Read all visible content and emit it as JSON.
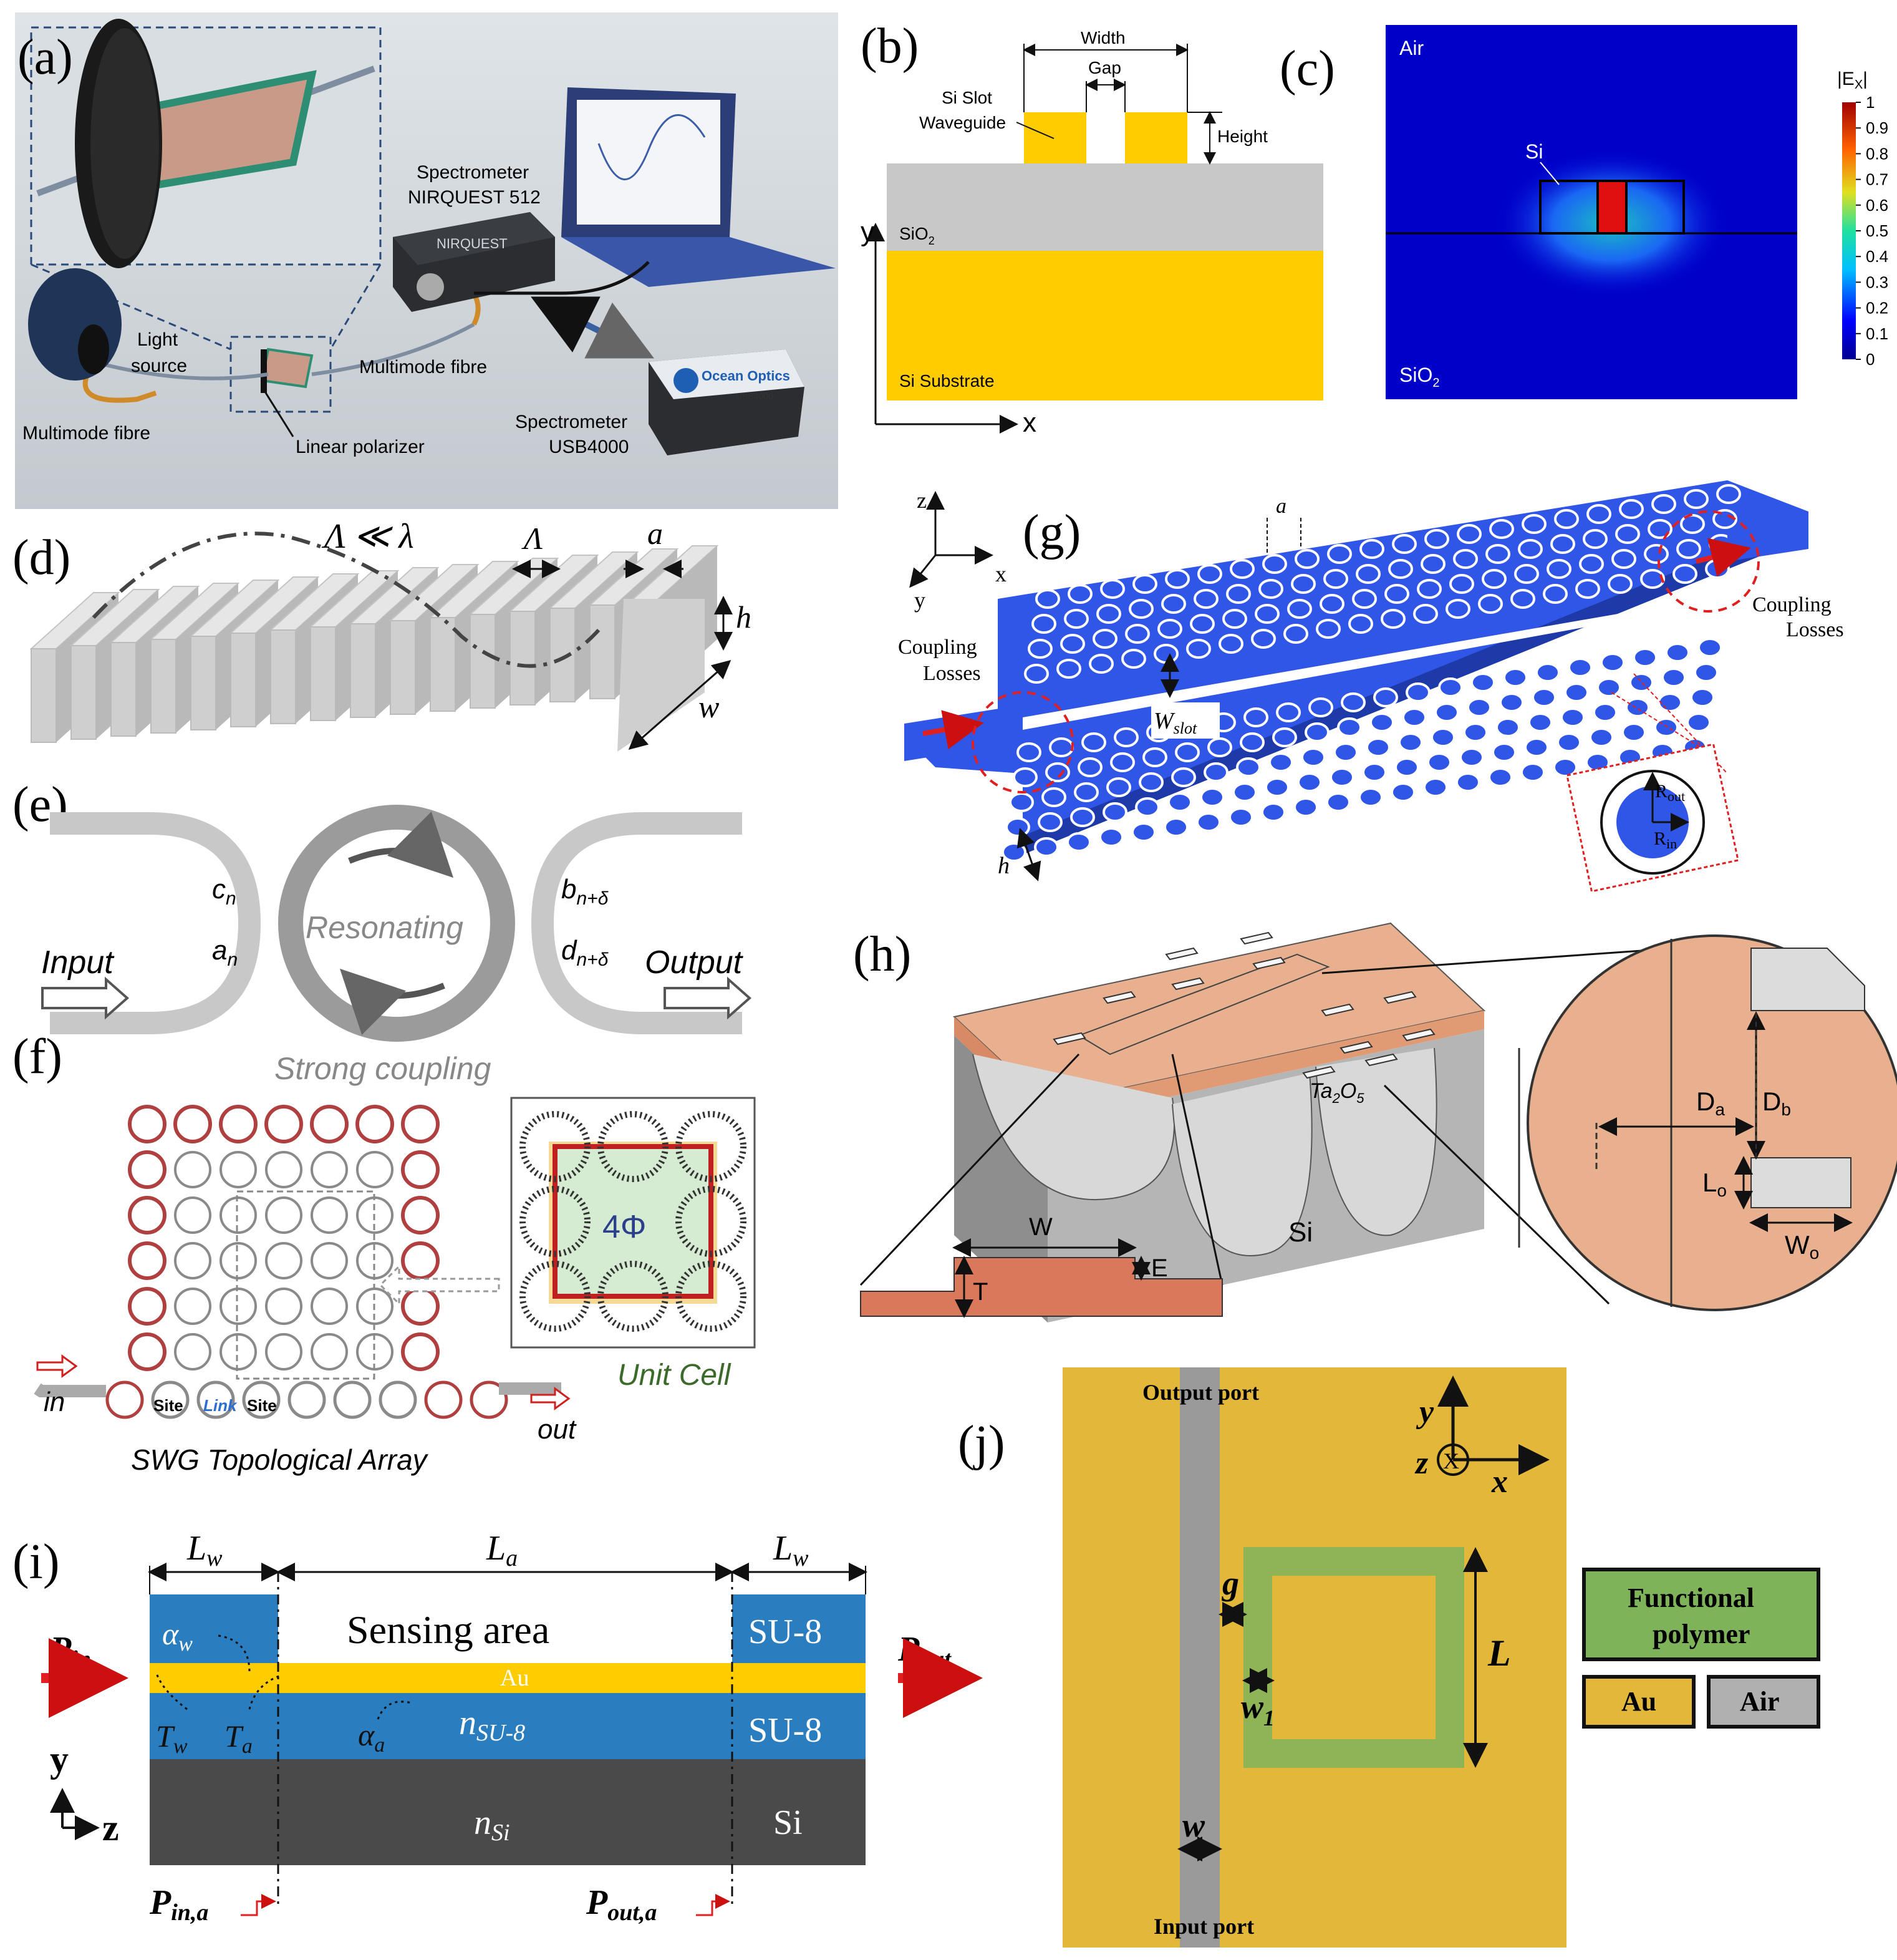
{
  "panels": {
    "a": {
      "letter": "(a)",
      "spectrometer_nir": "Spectrometer",
      "spectrometer_nir_model": "NIRQUEST 512",
      "light_source_1": "Light",
      "light_source_2": "source",
      "multimode_fibre_right": "Multimode fibre",
      "multimode_fibre_left": "Multimode fibre",
      "linear_polarizer": "Linear polarizer",
      "spectrometer_usb": "Spectrometer",
      "spectrometer_usb_model": "USB4000",
      "brand": "Ocean Optics",
      "nirquest_logo": "NIRQUEST",
      "usb_logo": "USB4000"
    },
    "b": {
      "letter": "(b)",
      "width": "Width",
      "gap": "Gap",
      "height": "Height",
      "slot_wg_1": "Si Slot",
      "slot_wg_2": "Waveguide",
      "sio2": "SiO",
      "sio2_sub": "2",
      "substrate": "Si Substrate",
      "axis_y": "y",
      "axis_x": "x"
    },
    "c": {
      "letter": "(c)",
      "air": "Air",
      "si": "Si",
      "sio2": "SiO",
      "sio2_sub": "2",
      "colorbar_title": "|E",
      "colorbar_title_sub": "X",
      "colorbar_title_end": "|",
      "colorbar_ticks": [
        "1",
        "0.9",
        "0.8",
        "0.7",
        "0.6",
        "0.5",
        "0.4",
        "0.3",
        "0.2",
        "0.1",
        "0"
      ]
    },
    "d": {
      "letter": "(d)",
      "period_rel": "Λ ≪ λ",
      "period": "Λ",
      "a": "a",
      "h": "h",
      "w": "w"
    },
    "e": {
      "letter": "(e)",
      "c_n": "c",
      "c_n_sub": "n",
      "a_n": "a",
      "a_n_sub": "n",
      "b_n": "b",
      "b_n_sub": "n+δ",
      "d_n": "d",
      "d_n_sub": "n+δ",
      "resonating": "Resonating",
      "input": "Input",
      "output": "Output",
      "strong_coupling": "Strong coupling"
    },
    "f": {
      "letter": "(f)",
      "phase": "4Φ",
      "unit_cell": "Unit Cell",
      "in": "in",
      "out": "out",
      "site1": "Site",
      "link": "Link",
      "site2": "Site",
      "title": "SWG Topological Array"
    },
    "g": {
      "letter": "(g)",
      "axis_z": "z",
      "axis_x": "x",
      "axis_y": "y",
      "a": "a",
      "coupling_left_1": "Coupling",
      "coupling_left_2": "Losses",
      "coupling_right_1": "Coupling",
      "coupling_right_2": "Losses",
      "w_slot": "W",
      "w_slot_sub": "slot",
      "h": "h",
      "r_out": "R",
      "r_out_sub": "out",
      "r_in": "R",
      "r_in_sub": "in"
    },
    "h": {
      "letter": "(h)",
      "W": "W",
      "E": "E",
      "T": "T",
      "ta2o5": "Ta",
      "ta2o5_sub1": "2",
      "ta2o5_mid": "O",
      "ta2o5_sub2": "5",
      "si": "Si",
      "Da": "D",
      "Da_sub": "a",
      "Db": "D",
      "Db_sub": "b",
      "Lo": "L",
      "Lo_sub": "o",
      "Wo": "W",
      "Wo_sub": "o"
    },
    "i": {
      "letter": "(i)",
      "Lw_left": "L",
      "Lw_left_sub": "w",
      "La": "L",
      "La_sub": "a",
      "Lw_right": "L",
      "Lw_right_sub": "w",
      "sensing_area": "Sensing area",
      "su8_top": "SU-8",
      "p_in": "P",
      "p_in_sub": "in",
      "p_out": "P",
      "p_out_sub": "out",
      "alpha_w": "α",
      "alpha_w_sub": "w",
      "au": "Au",
      "T_w": "T",
      "T_w_sub": "w",
      "T_a": "T",
      "T_a_sub": "a",
      "alpha_a": "α",
      "alpha_a_sub": "a",
      "n_su8": "n",
      "n_su8_sub": "SU-8",
      "su8_bottom": "SU-8",
      "n_si": "n",
      "n_si_sub": "Si",
      "si": "Si",
      "axis_y": "y",
      "axis_z": "z",
      "p_in_a": "P",
      "p_in_a_sub": "in,a",
      "p_out_a": "P",
      "p_out_a_sub": "out,a"
    },
    "j": {
      "letter": "(j)",
      "output_port": "Output port",
      "input_port": "Input port",
      "axis_y": "y",
      "axis_z": "z",
      "axis_x": "x",
      "g": "g",
      "L": "L",
      "w1": "w",
      "w1_sub": "1",
      "w": "w",
      "legend_polymer_1": "Functional",
      "legend_polymer_2": "polymer",
      "legend_au": "Au",
      "legend_air": "Air"
    }
  },
  "colors": {
    "gold": "#ffcc00",
    "gold_j": "#e3b83a",
    "blue_i": "#2a7dbf",
    "blue_g": "#2f56e6",
    "ta2o5": "#e8b08e",
    "red": "#e02020",
    "green_polymer": "#7fb35a",
    "gray": "#b0b0b0",
    "dark_si": "#4a4a4a"
  }
}
